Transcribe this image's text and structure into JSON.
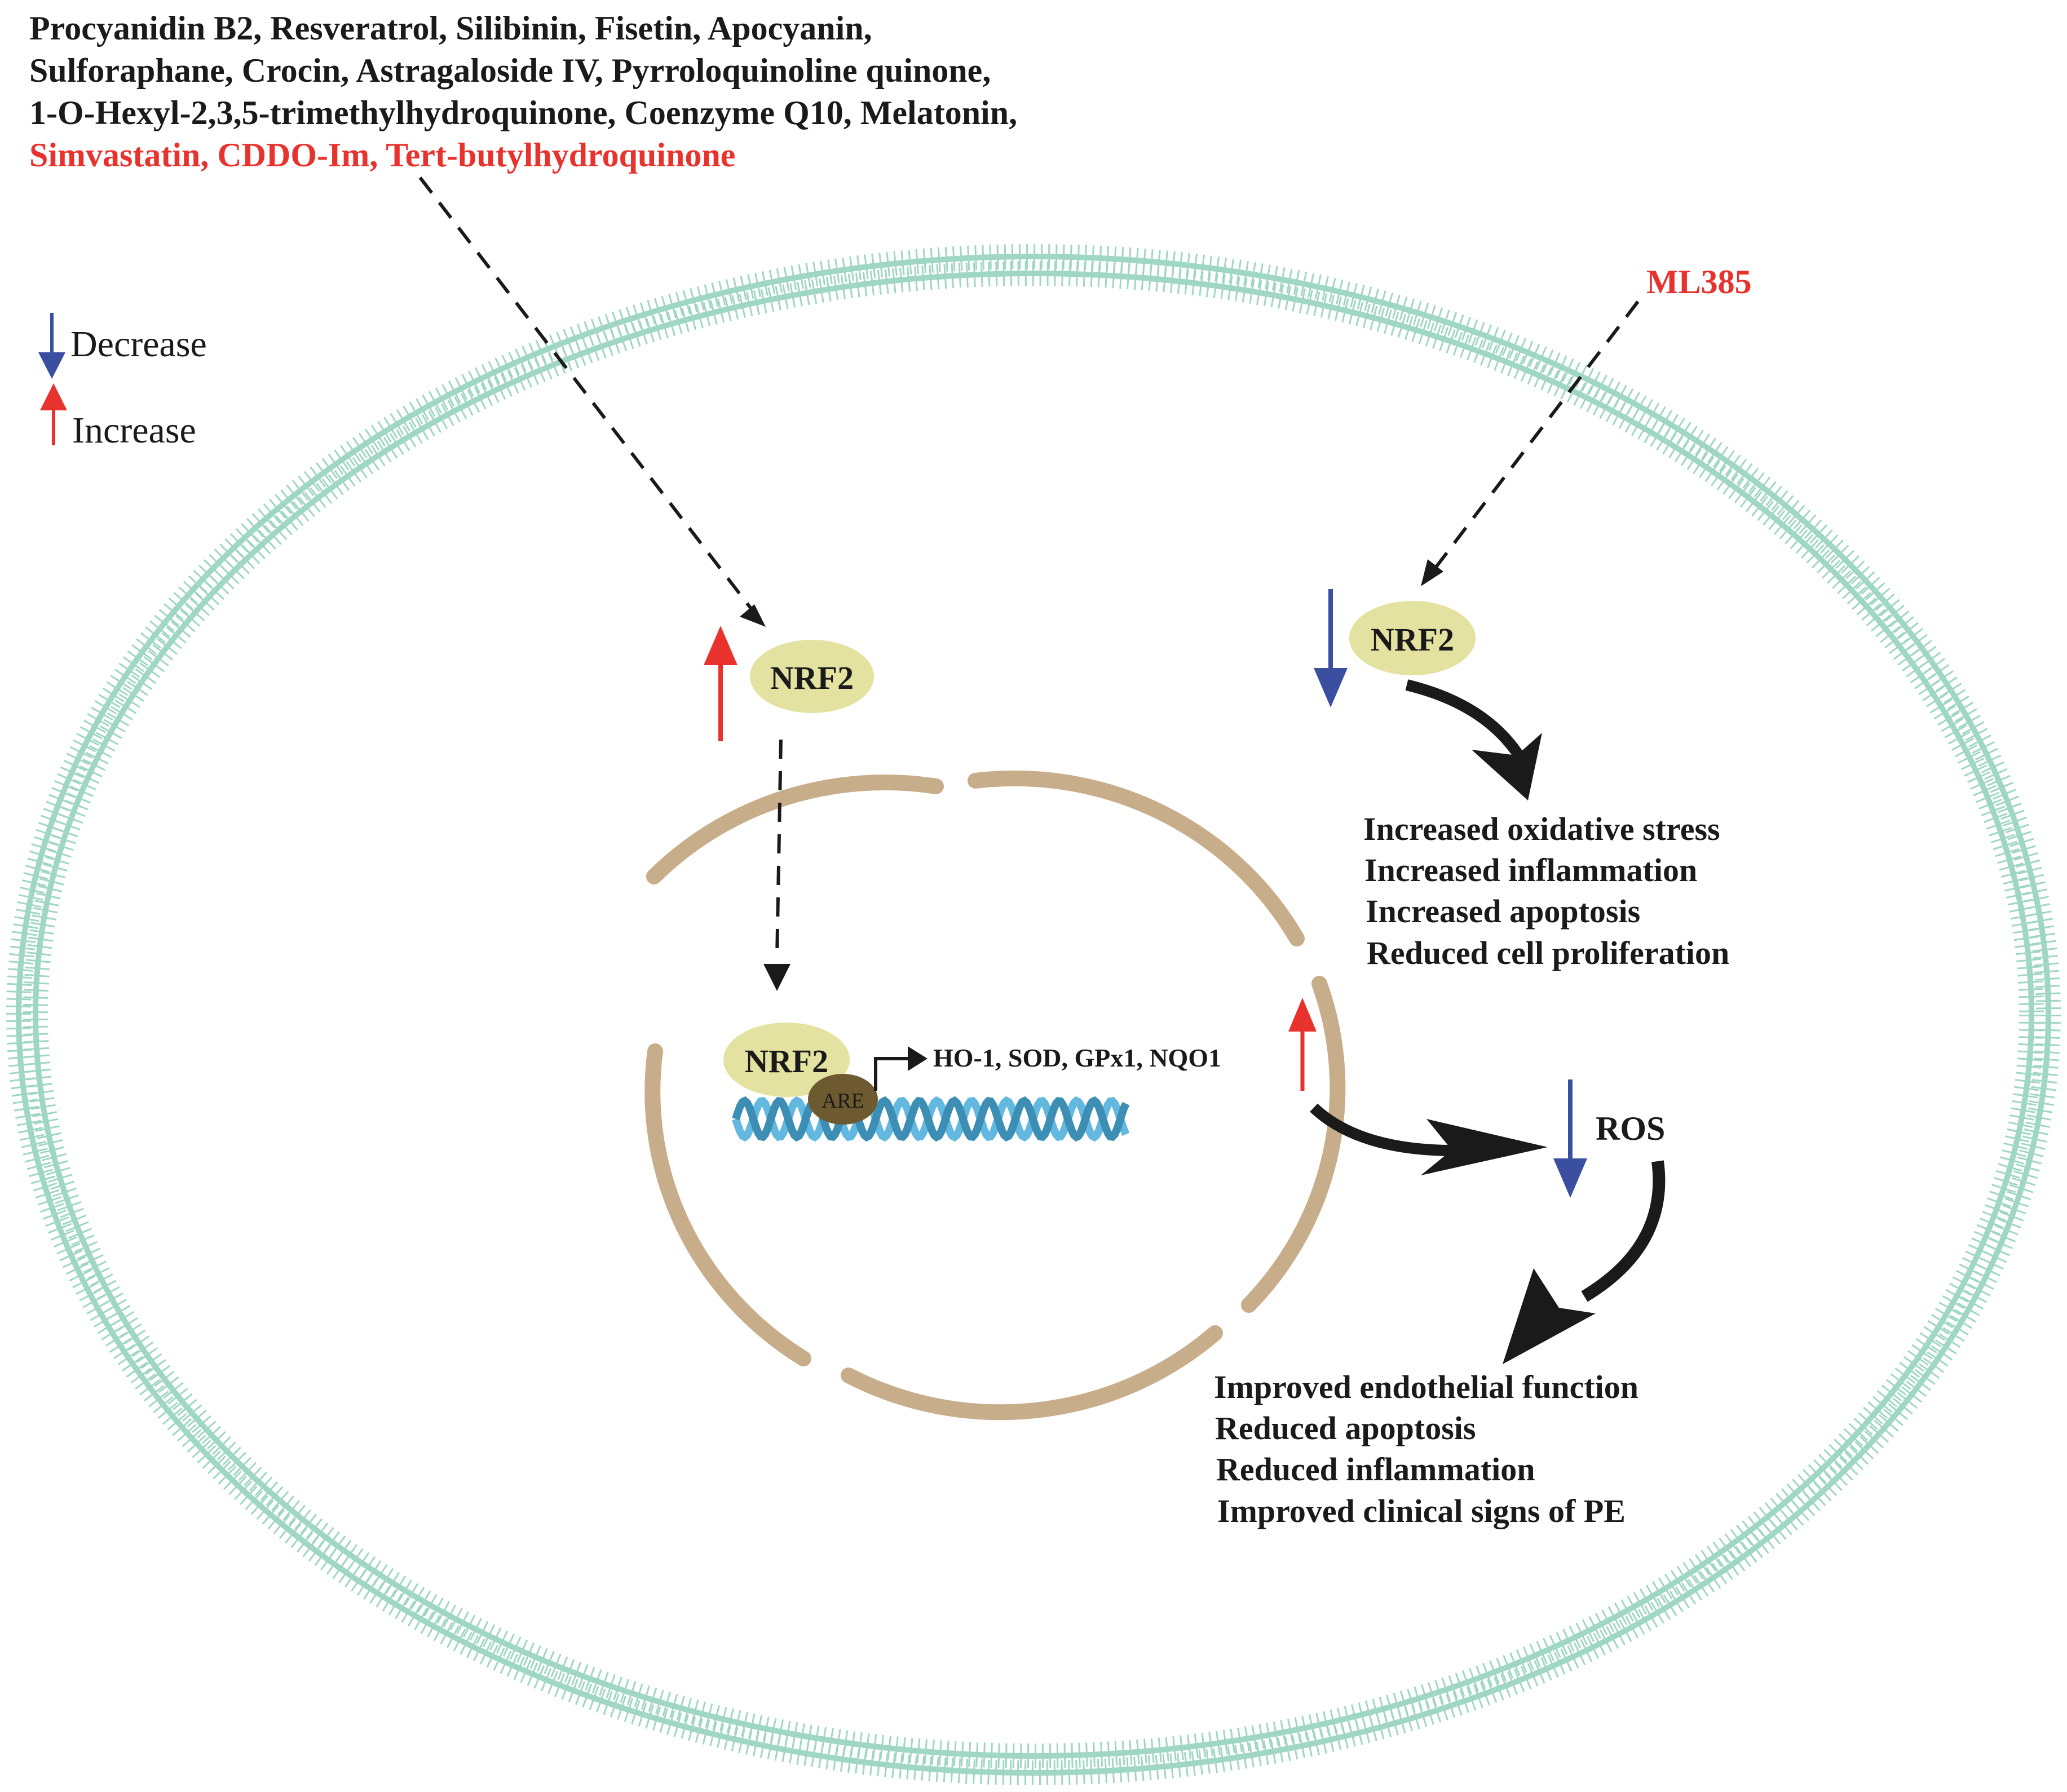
{
  "compounds": {
    "line1": "Procyanidin B2, Resveratrol, Silibinin, Fisetin, Apocyanin,",
    "line2": "Sulforaphane, Crocin, Astragaloside IV, Pyrroloquinoline quinone,",
    "line3": "1-O-Hexyl-2,3,5-trimethylhydroquinone, Coenzyme Q10, Melatonin,",
    "line4_red": "Simvastatin, CDDO-Im, Tert-butylhydroquinone"
  },
  "inhibitor": {
    "label": "ML385"
  },
  "legend": {
    "decrease_label": "Decrease",
    "increase_label": "Increase"
  },
  "nodes": {
    "nrf2_up": "NRF2",
    "nrf2_down": "NRF2",
    "nrf2_nucleus": "NRF2",
    "are": "ARE",
    "target_genes": "HO-1, SOD, GPx1, NQO1",
    "ros": "ROS"
  },
  "outcomes_inhibited": [
    "Increased oxidative stress",
    "Increased inflammation",
    "Increased apoptosis",
    "Reduced cell proliferation"
  ],
  "outcomes_activated": [
    "Improved endothelial function",
    "Reduced apoptosis",
    "Reduced inflammation",
    "Improved clinical signs of PE"
  ],
  "colors": {
    "text": "#1a1a1a",
    "red": "#e8322d",
    "blue": "#3b4fa0",
    "membrane": "#9fd6c4",
    "nuclear_envelope": "#c8ad8a",
    "nrf2_fill": "#e3e2a0",
    "are_fill": "#6e5a30",
    "dna_a": "#62b8df",
    "dna_b": "#3c8eb5"
  }
}
